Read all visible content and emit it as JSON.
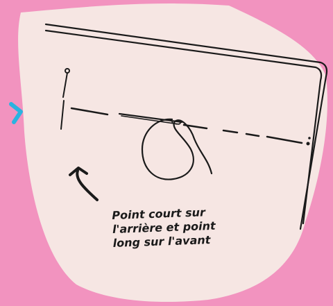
{
  "colors": {
    "background": "#f293bf",
    "blob": "#f6e6e3",
    "ink": "#1a1a1a",
    "arrow_accent": "#2bb3e0"
  },
  "icons": [
    "pointer-arrow-icon",
    "curved-arrow-icon",
    "pin-icon",
    "needle-icon"
  ],
  "caption": {
    "line1": "Point court sur",
    "line2": "l'arrière et point",
    "line3": "long sur l'avant"
  }
}
